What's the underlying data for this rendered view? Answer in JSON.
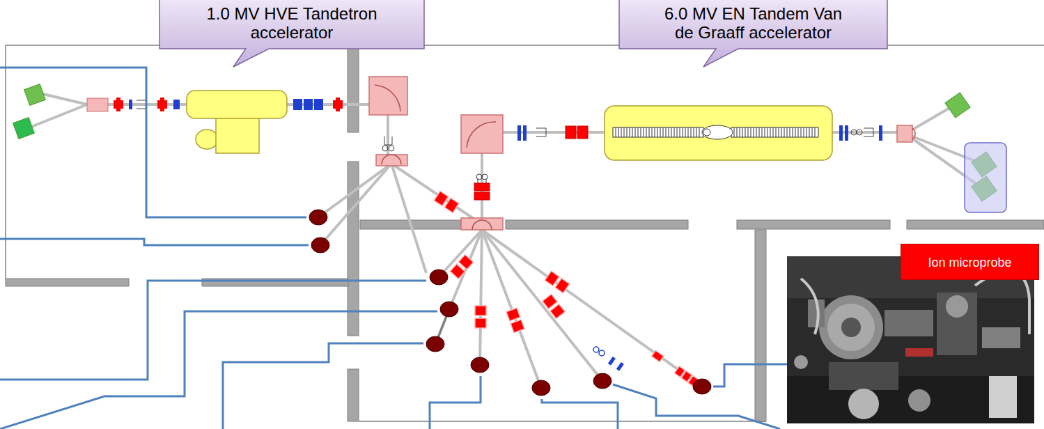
{
  "diagram": {
    "nodes": [
      {
        "text": [
          "1.0 MV HVE Tandetron accelerator"
        ]
      },
      {
        "text": [
          "6.0 MV EN Tandem Van de Graaff accelerator"
        ]
      },
      {
        "text": [
          "Ion microprobe"
        ]
      }
    ]
  }
}
